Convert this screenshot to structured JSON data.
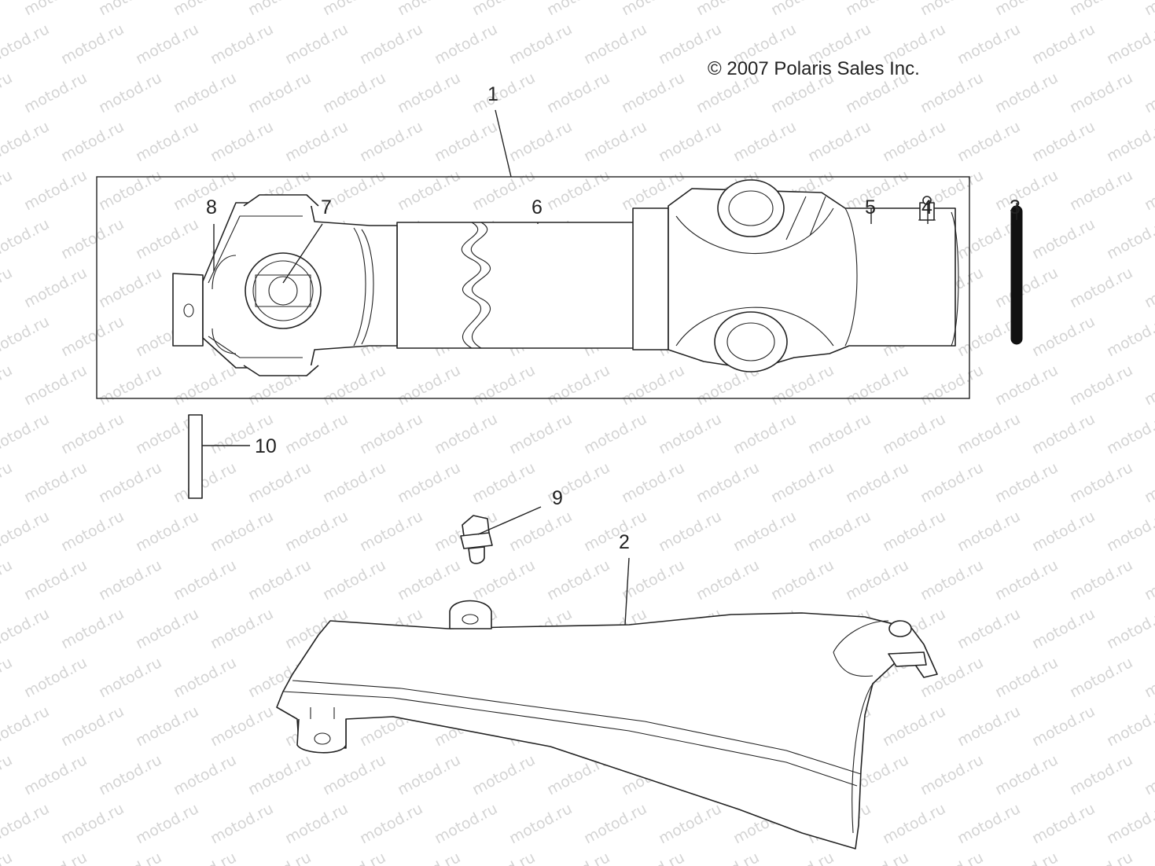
{
  "copyright": "© 2007 Polaris Sales Inc.",
  "watermark": "motod.ru",
  "callouts": {
    "c1": "1",
    "c2": "2",
    "c3": "3",
    "c4": "4",
    "c5": "5",
    "c6": "6",
    "c7": "7",
    "c8": "8",
    "c9": "9",
    "c10": "10"
  }
}
